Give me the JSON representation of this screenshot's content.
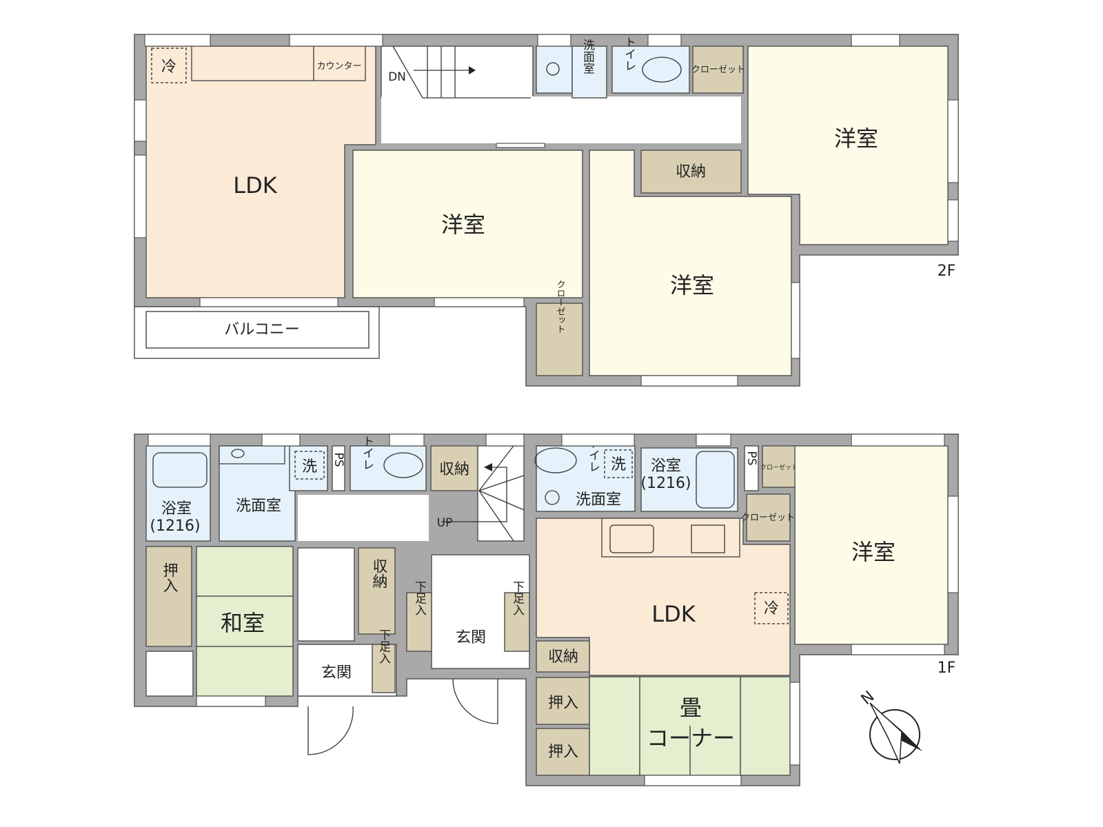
{
  "floor_2f": {
    "floor_label": "2F",
    "ldk": "LDK",
    "fridge": "冷",
    "counter": "カウンター",
    "stairs_dn": "DN",
    "washroom": "洗面室",
    "toilet": "トイレ",
    "closet_top": "クローゼット",
    "western_right": "洋室",
    "western_middle": "洋室",
    "western_lower": "洋室",
    "storage": "収納",
    "closet_vertical": "クローゼット",
    "balcony": "バルコニー"
  },
  "floor_1f": {
    "floor_label": "1F",
    "left_unit": {
      "bath": "浴室",
      "bath_size": "(1216)",
      "washroom": "洗面室",
      "washer": "洗",
      "ps": "PS",
      "toilet": "トイレ",
      "storage_top": "収納",
      "stairs_up": "UP",
      "oshiire": "押入",
      "washitsu": "和室",
      "storage_hall": "収納",
      "genkan": "玄関",
      "shoe_box": "下足入"
    },
    "right_unit": {
      "toilet": "トイレ",
      "washer": "洗",
      "washroom": "洗面室",
      "bath": "浴室",
      "bath_size": "(1216)",
      "ps": "PS",
      "closet_small": "クローゼット",
      "closet": "クローゼット",
      "western": "洋室",
      "ldk": "LDK",
      "fridge": "冷",
      "storage": "収納",
      "oshiire_1": "押入",
      "oshiire_2": "押入",
      "tatami_corner_1": "畳",
      "tatami_corner_2": "コーナー",
      "genkan": "玄関",
      "shoe_box_left": "下足入",
      "shoe_box_right": "下足入"
    }
  },
  "compass": {
    "north": "N"
  },
  "colors": {
    "wall": "#a9a9a9",
    "ldk": "#fbead6",
    "western_room": "#fefbe8",
    "wet_area": "#e5f2fb",
    "storage": "#d9d0b4",
    "tatami": "#e3efcf"
  }
}
